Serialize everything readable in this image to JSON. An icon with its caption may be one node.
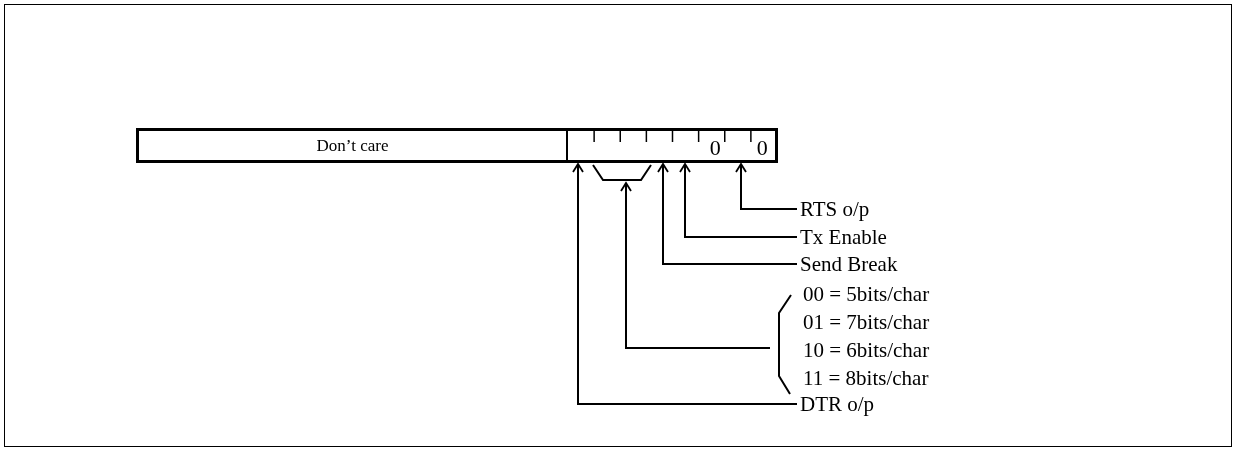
{
  "diagram": {
    "nodes": [
      {
        "text": [
          "Don’t care",
          "0",
          "0"
        ]
      },
      {
        "text": [],
        "shape": "bracket"
      },
      {
        "text": [
          "RTS o/p"
        ]
      },
      {
        "text": [
          "Tx Enable"
        ]
      },
      {
        "text": [
          "Send Break"
        ]
      },
      {
        "text": [
          "00 = 5bits/char",
          "01 = 7bits/char",
          "10 = 6bits/char",
          "11 = 8bits/char"
        ]
      },
      {
        "text": [
          "DTR o/p"
        ]
      }
    ],
    "edges": [
      {
        "from": 2,
        "to": 0,
        "arrow": "to"
      },
      {
        "from": 3,
        "to": 0,
        "arrow": "to"
      },
      {
        "from": 4,
        "to": 0,
        "arrow": "to"
      },
      {
        "from": 5,
        "to": 1,
        "arrow": "to"
      },
      {
        "from": 6,
        "to": 0,
        "arrow": "to"
      }
    ]
  }
}
